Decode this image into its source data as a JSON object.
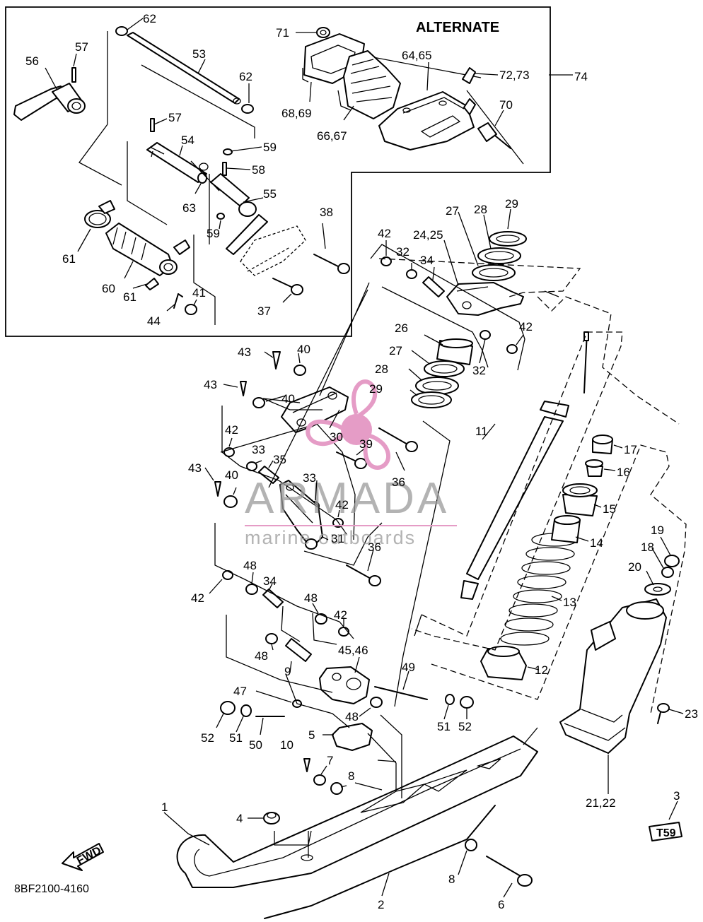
{
  "diagram": {
    "alternate_label": "ALTERNATE",
    "drawing_code": "8BF2100-4160",
    "fwd_arrow_label": "FWD",
    "decal_text": "T59",
    "watermark": {
      "brand": "ARMADA",
      "tagline": "marine outboards",
      "accent_color": "#e59cc6"
    },
    "callouts": [
      "1",
      "2",
      "3",
      "4",
      "5",
      "6",
      "7",
      "8",
      "8",
      "9",
      "10",
      "11",
      "12",
      "13",
      "14",
      "15",
      "16",
      "17",
      "18",
      "19",
      "20",
      "21,22",
      "23",
      "24,25",
      "26",
      "27",
      "27",
      "28",
      "28",
      "29",
      "29",
      "30",
      "31",
      "32",
      "32",
      "33",
      "33",
      "34",
      "34",
      "35",
      "36",
      "36",
      "37",
      "38",
      "39",
      "40",
      "40",
      "40",
      "41",
      "42",
      "42",
      "42",
      "42",
      "42",
      "42",
      "43",
      "43",
      "43",
      "44",
      "45,46",
      "47",
      "48",
      "48",
      "48",
      "48",
      "49",
      "50",
      "51",
      "51",
      "52",
      "52",
      "53",
      "54",
      "55",
      "56",
      "57",
      "57",
      "58",
      "59",
      "59",
      "60",
      "61",
      "61",
      "62",
      "62",
      "63",
      "64,65",
      "66,67",
      "68,69",
      "70",
      "71",
      "72,73",
      "74"
    ]
  }
}
